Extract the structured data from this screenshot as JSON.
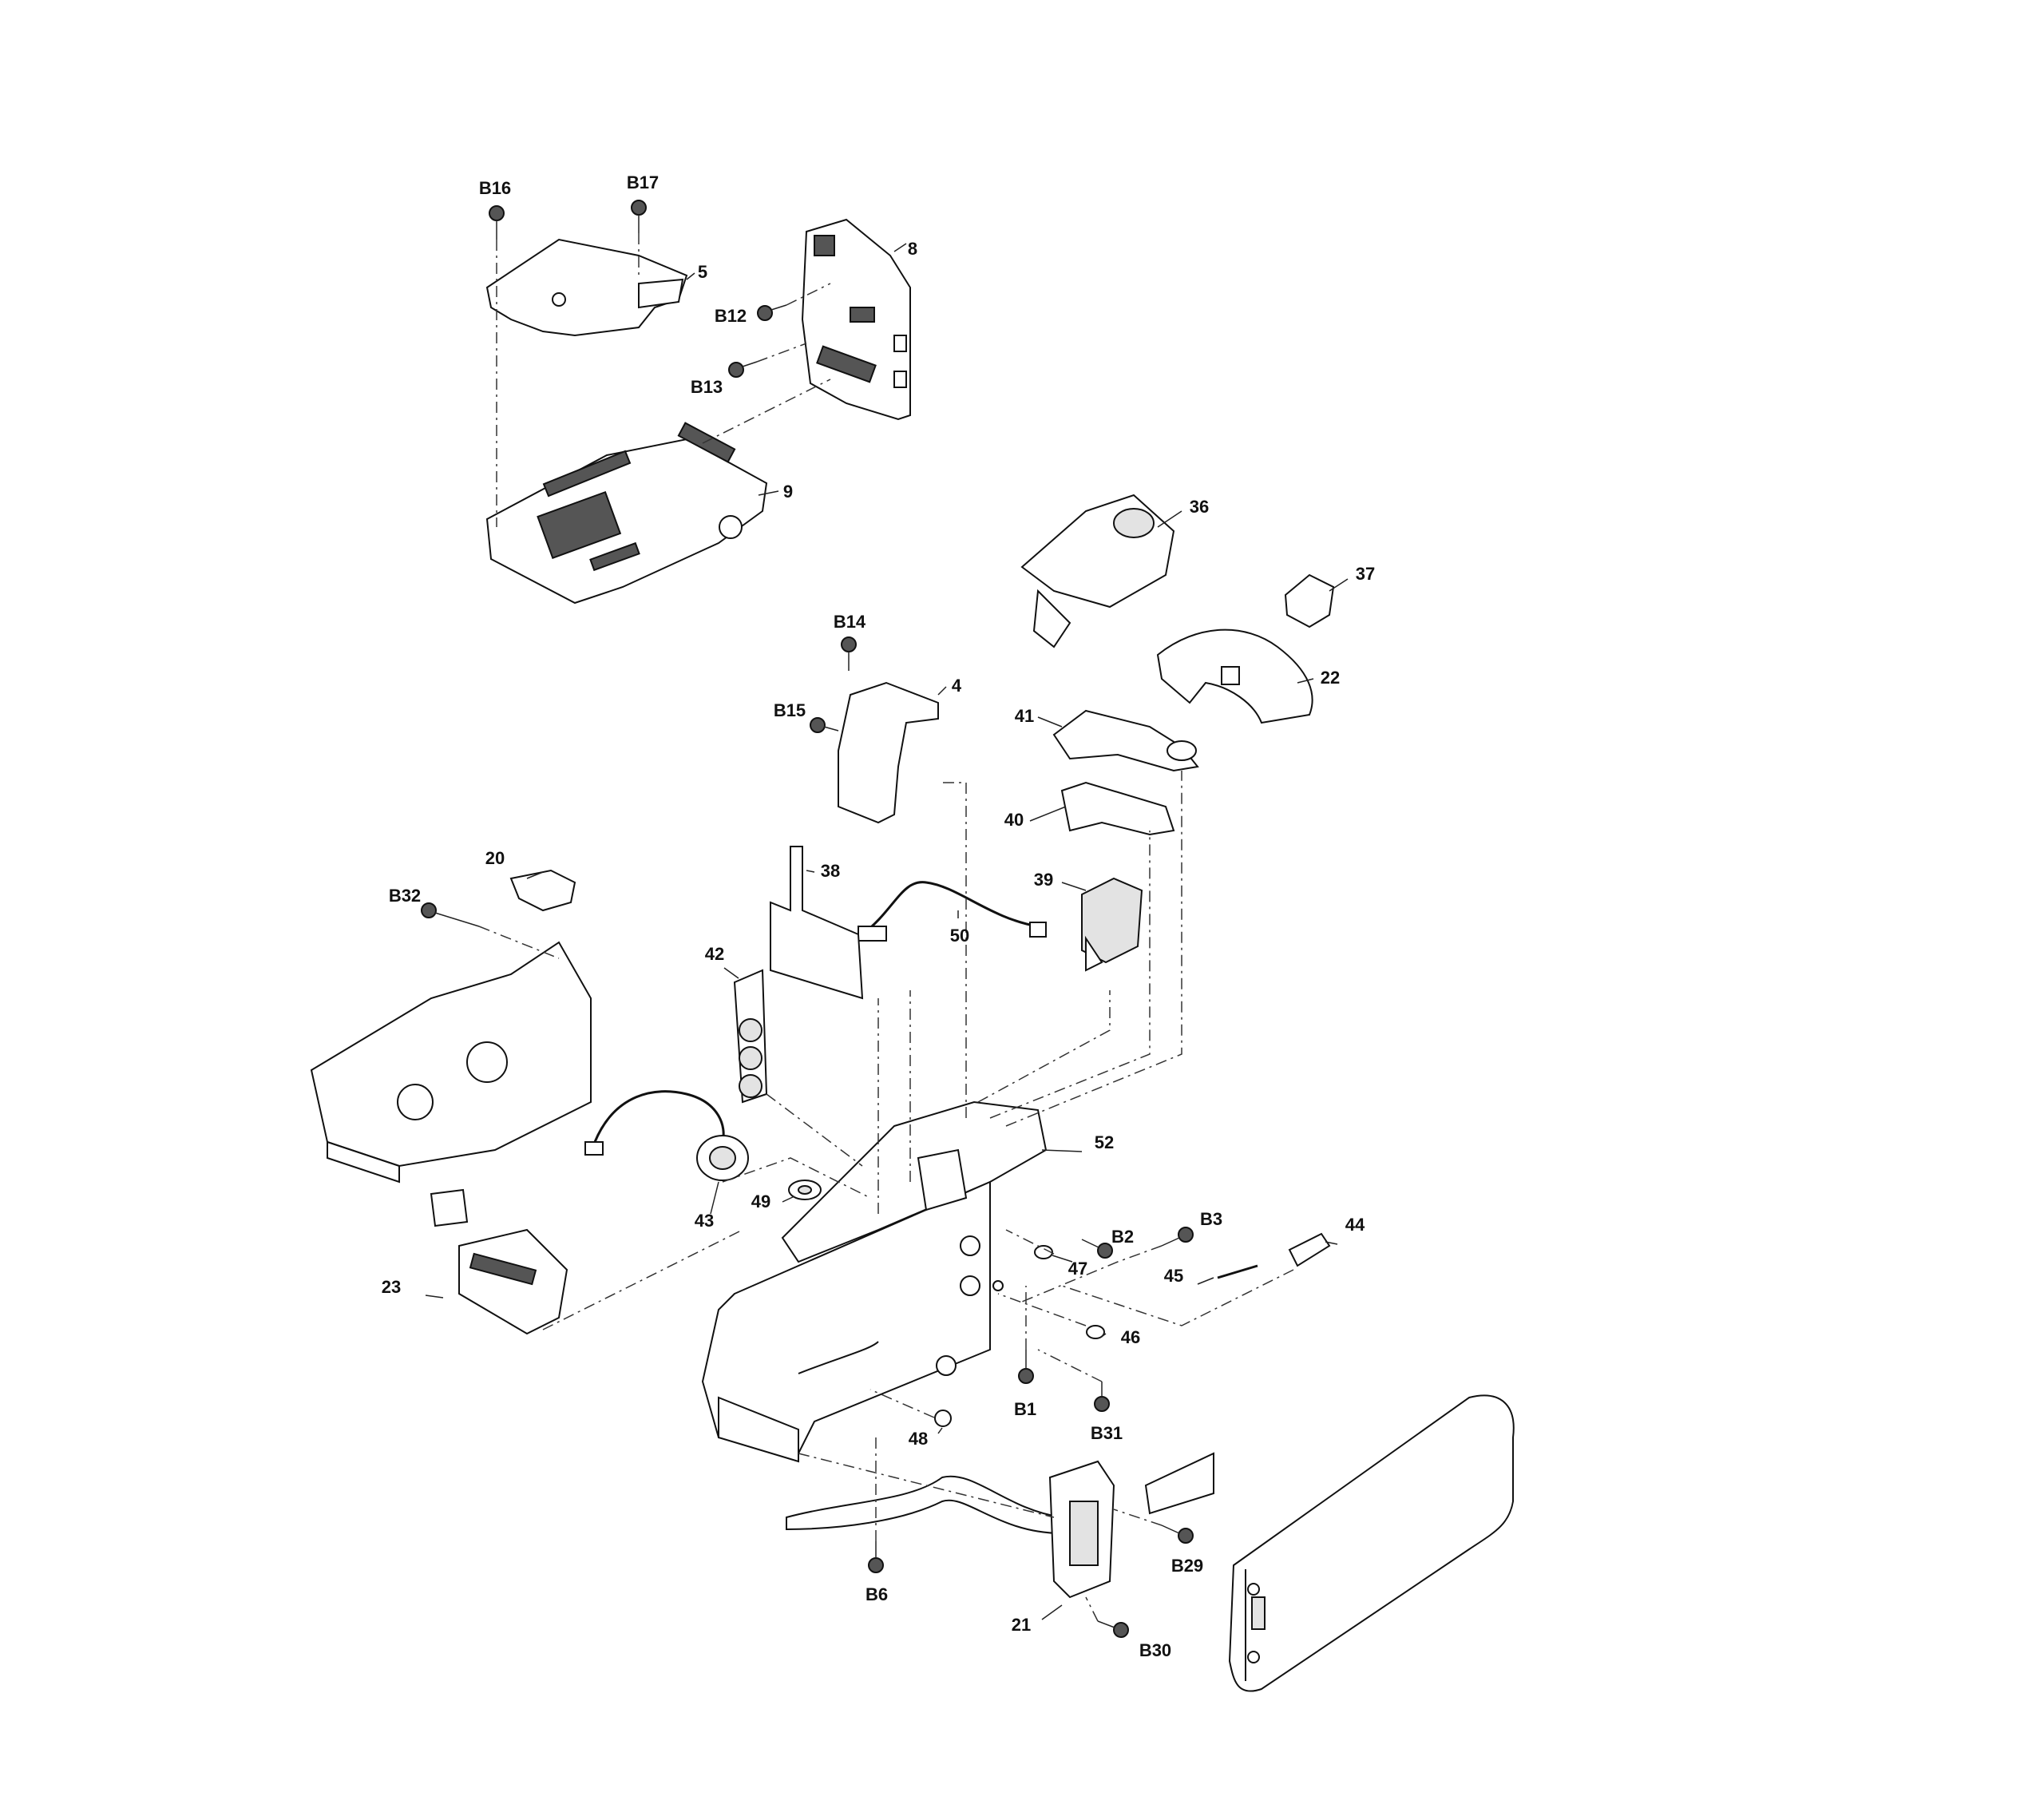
{
  "labels": {
    "B16": "B16",
    "B17": "B17",
    "p5": "5",
    "p8": "8",
    "B12": "B12",
    "B13": "B13",
    "p9": "9",
    "p36": "36",
    "p37": "37",
    "p22": "22",
    "p41": "41",
    "p40": "40",
    "p39": "39",
    "p50": "50",
    "B14": "B14",
    "B15": "B15",
    "p4": "4",
    "p38": "38",
    "p20": "20",
    "B32": "B32",
    "p42": "42",
    "p52": "52",
    "p43": "43",
    "p49": "49",
    "B2": "B2",
    "B3": "B3",
    "p44": "44",
    "p45": "45",
    "p47": "47",
    "p46": "46",
    "p23": "23",
    "B1": "B1",
    "B31": "B31",
    "p48": "48",
    "B29": "B29",
    "B6": "B6",
    "p21": "21",
    "B30": "B30"
  }
}
